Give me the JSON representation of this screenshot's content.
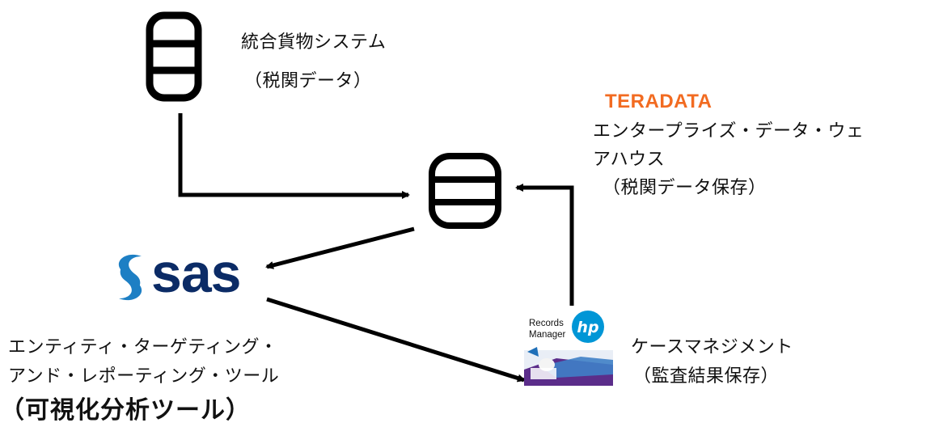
{
  "nodes": {
    "integrated_cargo": {
      "label_line1": "統合貨物システム",
      "label_line2": "（税関データ）",
      "icon": "database-icon"
    },
    "warehouse": {
      "brand": "TERADATA",
      "label_line1": "エンタープライズ・データ・ウェ",
      "label_line2": "アハウス",
      "label_line3": "（税関データ保存）",
      "icon": "database-icon"
    },
    "sas_tool": {
      "brand": "sas",
      "label_line1": "エンティティ・ターゲティング・",
      "label_line2": "アンド・レポーティング・ツール",
      "label_line3": "（可視化分析ツール）"
    },
    "case_mgmt": {
      "brand_line1": "Records",
      "brand_line2": "Manager",
      "brand_logo": "hp",
      "label_line1": "ケースマネジメント",
      "label_line2": "（監査結果保存）"
    }
  },
  "colors": {
    "stroke": "#000000",
    "teradata_orange": "#f26b21",
    "sas_navy": "#0b2b66",
    "sas_blue": "#1d7fc4",
    "hp_blue": "#0096d6"
  }
}
